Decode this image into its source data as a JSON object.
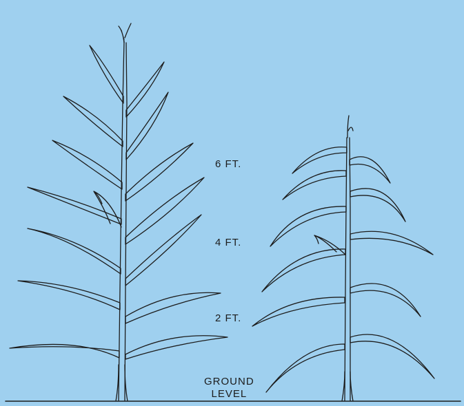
{
  "labels": {
    "six_ft": "6 FT.",
    "four_ft": "4 FT.",
    "two_ft": "2 FT.",
    "ground_line1": "GROUND",
    "ground_line2": "LEVEL"
  },
  "colors": {
    "background": "#9fd0ef",
    "line": "#1c1c1c"
  }
}
